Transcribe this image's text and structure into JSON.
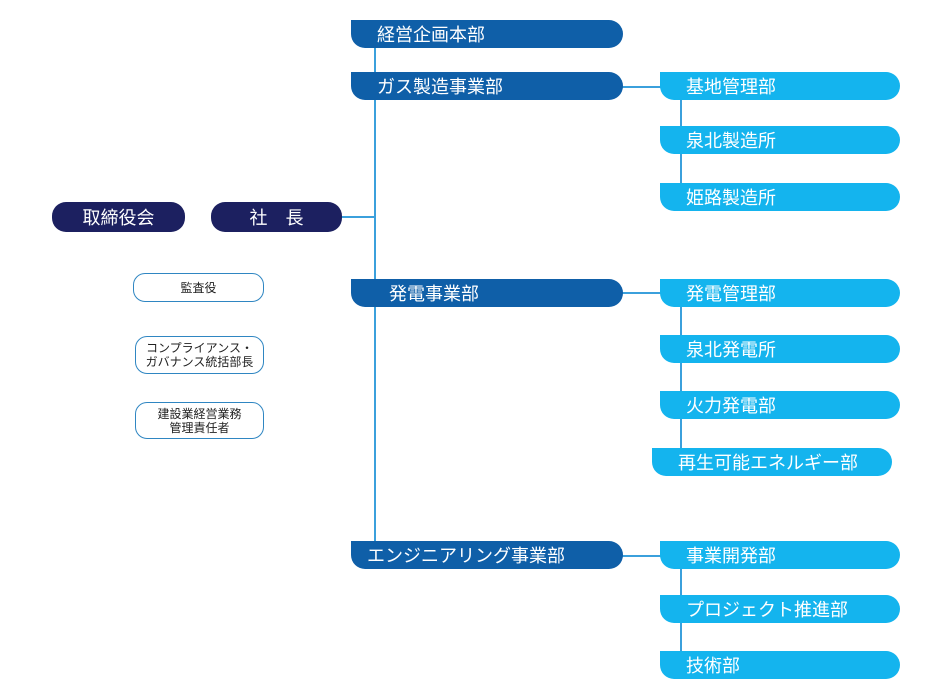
{
  "board": "取締役会",
  "president": "社　長",
  "staff": [
    {
      "lines": [
        "監査役"
      ]
    },
    {
      "lines": [
        "コンプライアンス・",
        "ガバナンス統括部長"
      ]
    },
    {
      "lines": [
        "建設業経営業務",
        "管理責任者"
      ]
    }
  ],
  "divisions": [
    {
      "label": "経営企画本部",
      "units": []
    },
    {
      "label": "ガス製造事業部",
      "units": [
        "基地管理部",
        "泉北製造所",
        "姫路製造所"
      ]
    },
    {
      "label": "発電事業部",
      "units": [
        "発電管理部",
        "泉北発電所",
        "火力発電部",
        "再生可能エネルギー部"
      ]
    },
    {
      "label": "エンジニアリング事業部",
      "units": [
        "事業開発部",
        "プロジェクト推進部",
        "技術部"
      ]
    }
  ],
  "colors": {
    "navy": "#1c2060",
    "division": "#0f5fa8",
    "unit": "#14b4ee",
    "line": "#3ba0dc"
  }
}
